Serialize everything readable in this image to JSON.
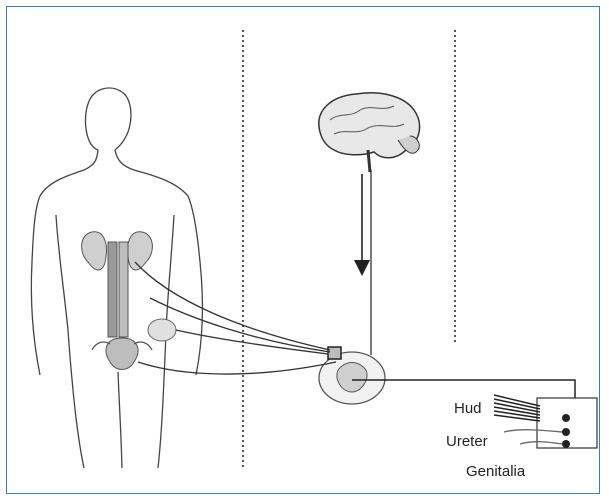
{
  "labels": {
    "hud": "Hud",
    "ureter": "Ureter",
    "genitalia": "Genitalia"
  },
  "colors": {
    "border": "#3f7fb5",
    "organ_fill": "#cfcfcf",
    "nerve": "#222222"
  }
}
